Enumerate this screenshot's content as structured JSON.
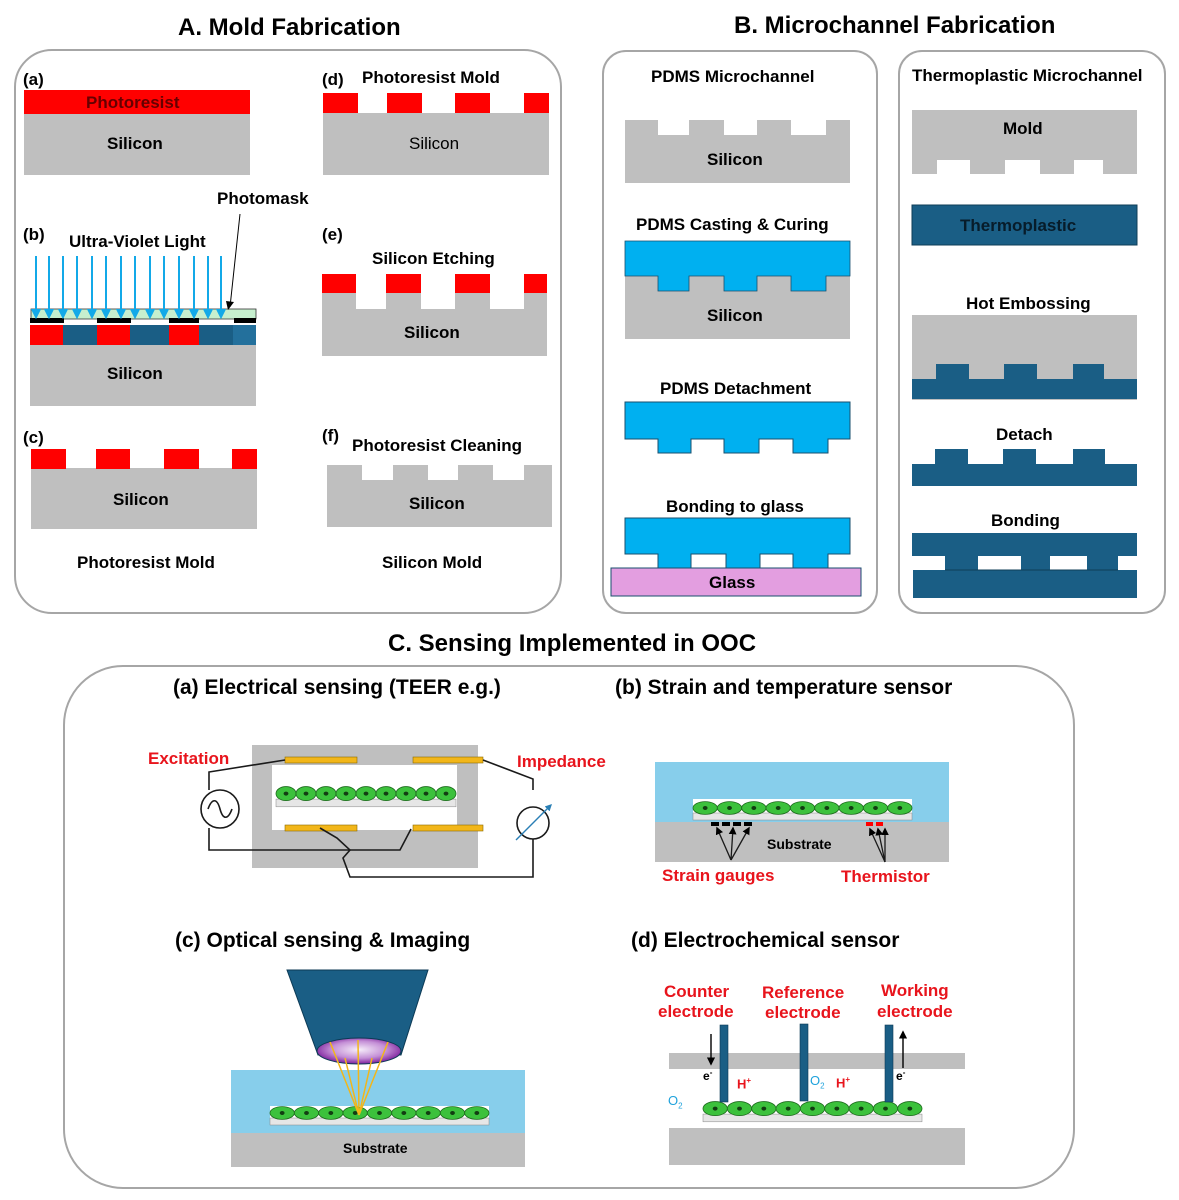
{
  "colors": {
    "silicon": "#bfbfbf",
    "photoresist": "#ff0000",
    "pdms": "#00b0f0",
    "thermoplastic": "#1a5e85",
    "glass": "#e39ee0",
    "uv_arrow": "#13a9e8",
    "photomask_glass": "#c6efce",
    "media": "#87ceeb",
    "cell": "#3cc13c",
    "electrode_gold": "#f2b619",
    "red_label": "#e8141c",
    "o2_label": "#1fa2dc",
    "panel_border": "#a6a6a6"
  },
  "sectionA": {
    "title": "A. Mold Fabrication",
    "steps": {
      "a": {
        "tag": "(a)",
        "layer": "Photoresist",
        "substrate": "Silicon"
      },
      "b": {
        "tag": "(b)",
        "title": "Ultra-Violet Light",
        "callout": "Photomask",
        "substrate": "Silicon"
      },
      "c": {
        "tag": "(c)",
        "substrate": "Silicon",
        "caption": "Photoresist Mold"
      },
      "d": {
        "tag": "(d)",
        "title": "Photoresist Mold",
        "substrate": "Silicon"
      },
      "e": {
        "tag": "(e)",
        "title": "Silicon Etching",
        "substrate": "Silicon"
      },
      "f": {
        "tag": "(f)",
        "title": "Photoresist Cleaning",
        "substrate": "Silicon",
        "caption": "Silicon Mold"
      }
    }
  },
  "sectionB": {
    "title": "B. Microchannel Fabrication",
    "pdms": {
      "title": "PDMS Microchannel",
      "steps": [
        {
          "label": "",
          "substrate": "Silicon"
        },
        {
          "label": "PDMS Casting & Curing",
          "substrate": "Silicon"
        },
        {
          "label": "PDMS Detachment"
        },
        {
          "label": "Bonding to glass",
          "substrate": "Glass"
        }
      ]
    },
    "thermoplastic": {
      "title": "Thermoplastic Microchannel",
      "steps": [
        {
          "label": "Mold"
        },
        {
          "label": "Thermoplastic"
        },
        {
          "label": "Hot Embossing"
        },
        {
          "label": "Detach"
        },
        {
          "label": "Bonding"
        }
      ]
    }
  },
  "sectionC": {
    "title": "C. Sensing Implemented in OOC",
    "a": {
      "title": "(a) Electrical sensing (TEER e.g.)",
      "excitation": "Excitation",
      "impedance": "Impedance"
    },
    "b": {
      "title": "(b) Strain and temperature sensor",
      "substrate": "Substrate",
      "strain": "Strain gauges",
      "thermistor": "Thermistor"
    },
    "c": {
      "title": "(c) Optical sensing & Imaging",
      "substrate": "Substrate"
    },
    "d": {
      "title": "(d) Electrochemical sensor",
      "counter": [
        "Counter",
        "electrode"
      ],
      "reference": [
        "Reference",
        "electrode"
      ],
      "working": [
        "Working",
        "electrode"
      ],
      "electron": "e",
      "electron_sup": "-",
      "proton": "H",
      "proton_sup": "+",
      "oxygen": "O",
      "oxygen_sub": "2"
    }
  }
}
